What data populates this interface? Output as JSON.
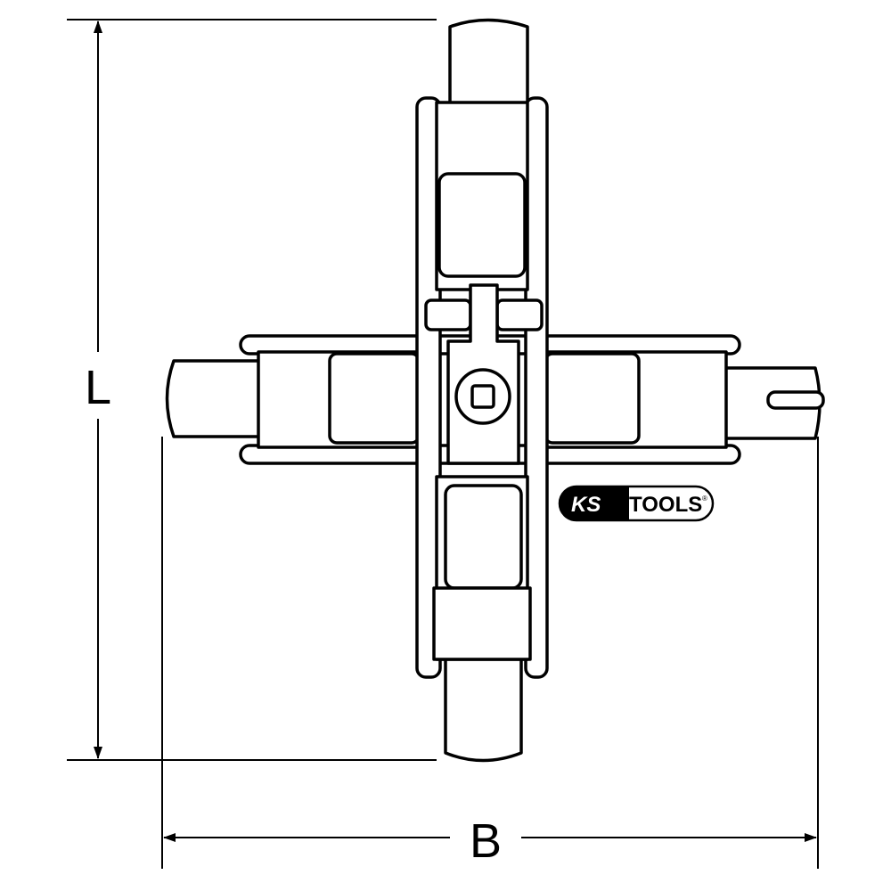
{
  "dimensions": {
    "length_label": "L",
    "width_label": "B"
  },
  "logo": {
    "brand_left": "KS",
    "brand_right": "TOOLS",
    "registered": "®"
  }
}
